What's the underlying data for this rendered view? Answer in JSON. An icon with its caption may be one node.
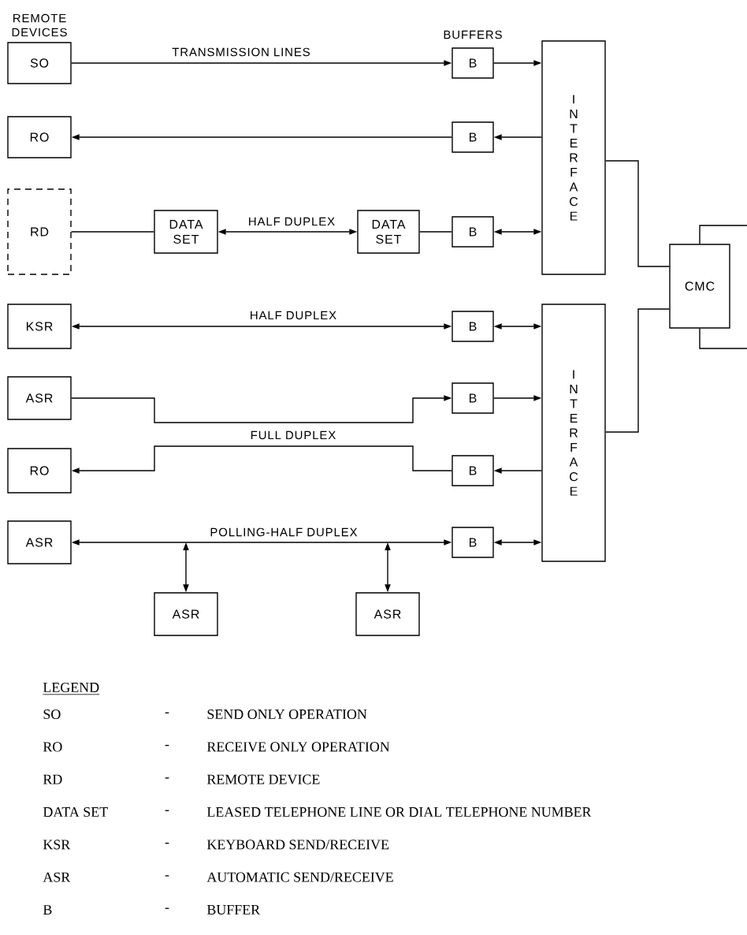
{
  "diagram": {
    "nodes": [
      {
        "text": [
          "SO"
        ]
      },
      {
        "text": [
          "B"
        ]
      },
      {
        "text": [
          "INTERFACE"
        ]
      },
      {
        "text": [
          "RO"
        ]
      },
      {
        "text": [
          "B"
        ]
      },
      {
        "text": [
          "RD"
        ]
      },
      {
        "text": [
          "DATA SET"
        ]
      },
      {
        "text": [
          "DATA SET"
        ]
      },
      {
        "text": [
          "B"
        ]
      },
      {
        "text": [
          "CMC"
        ]
      },
      {
        "text": [
          "KSR"
        ]
      },
      {
        "text": [
          "B"
        ]
      },
      {
        "text": [
          "INTERFACE"
        ]
      },
      {
        "text": [
          "ASR"
        ]
      },
      {
        "text": [
          "B"
        ]
      },
      {
        "text": [
          "RO"
        ]
      },
      {
        "text": [
          "B"
        ]
      },
      {
        "text": [
          "ASR"
        ]
      },
      {
        "text": [
          "B"
        ]
      },
      {
        "text": [
          "ASR"
        ]
      },
      {
        "text": [
          "ASR"
        ]
      }
    ],
    "edges": [
      {
        "from": 0,
        "to": 1,
        "arrow": "to",
        "label": "TRANSMISSION LINES"
      },
      {
        "from": 1,
        "to": 2,
        "arrow": "to"
      },
      {
        "from": 4,
        "to": 3,
        "arrow": "to"
      },
      {
        "from": 2,
        "to": 4,
        "arrow": "to"
      },
      {
        "from": 5,
        "to": 6,
        "arrow": "none"
      },
      {
        "from": 6,
        "to": 7,
        "arrow": "both",
        "label": "HALF DUPLEX"
      },
      {
        "from": 7,
        "to": 8,
        "arrow": "none"
      },
      {
        "from": 8,
        "to": 2,
        "arrow": "both"
      },
      {
        "from": 2,
        "to": 9,
        "arrow": "none"
      },
      {
        "from": 12,
        "to": 9,
        "arrow": "none"
      },
      {
        "from": 9,
        "to": null,
        "arrow": "none"
      },
      {
        "from": 9,
        "to": null,
        "arrow": "none"
      },
      {
        "from": 10,
        "to": 11,
        "arrow": "both",
        "label": "HALF DUPLEX"
      },
      {
        "from": 11,
        "to": 12,
        "arrow": "both"
      },
      {
        "from": 13,
        "to": 14,
        "arrow": "to",
        "label": "FULL DUPLEX"
      },
      {
        "from": 14,
        "to": 12,
        "arrow": "to"
      },
      {
        "from": 16,
        "to": 15,
        "arrow": "to"
      },
      {
        "from": 12,
        "to": 16,
        "arrow": "to"
      },
      {
        "from": 17,
        "to": 18,
        "arrow": "both",
        "label": "POLLING-HALF DUPLEX"
      },
      {
        "from": 18,
        "to": 12,
        "arrow": "both"
      },
      {
        "from": 19,
        "to": null,
        "arrow": "both"
      },
      {
        "from": 20,
        "to": null,
        "arrow": "both"
      }
    ],
    "labels": [
      "REMOTE DEVICES",
      "BUFFERS",
      "LEGEND",
      "SO",
      "-",
      "SEND ONLY OPERATION",
      "RO",
      "-",
      "RECEIVE ONLY OPERATION",
      "RD",
      "-",
      "REMOTE DEVICE",
      "DATA SET",
      "-",
      "LEASED TELEPHONE LINE OR DIAL TELEPHONE NUMBER",
      "KSR",
      "-",
      "KEYBOARD SEND/RECEIVE",
      "ASR",
      "-",
      "AUTOMATIC SEND/RECEIVE",
      "B",
      "-",
      "BUFFER"
    ]
  }
}
